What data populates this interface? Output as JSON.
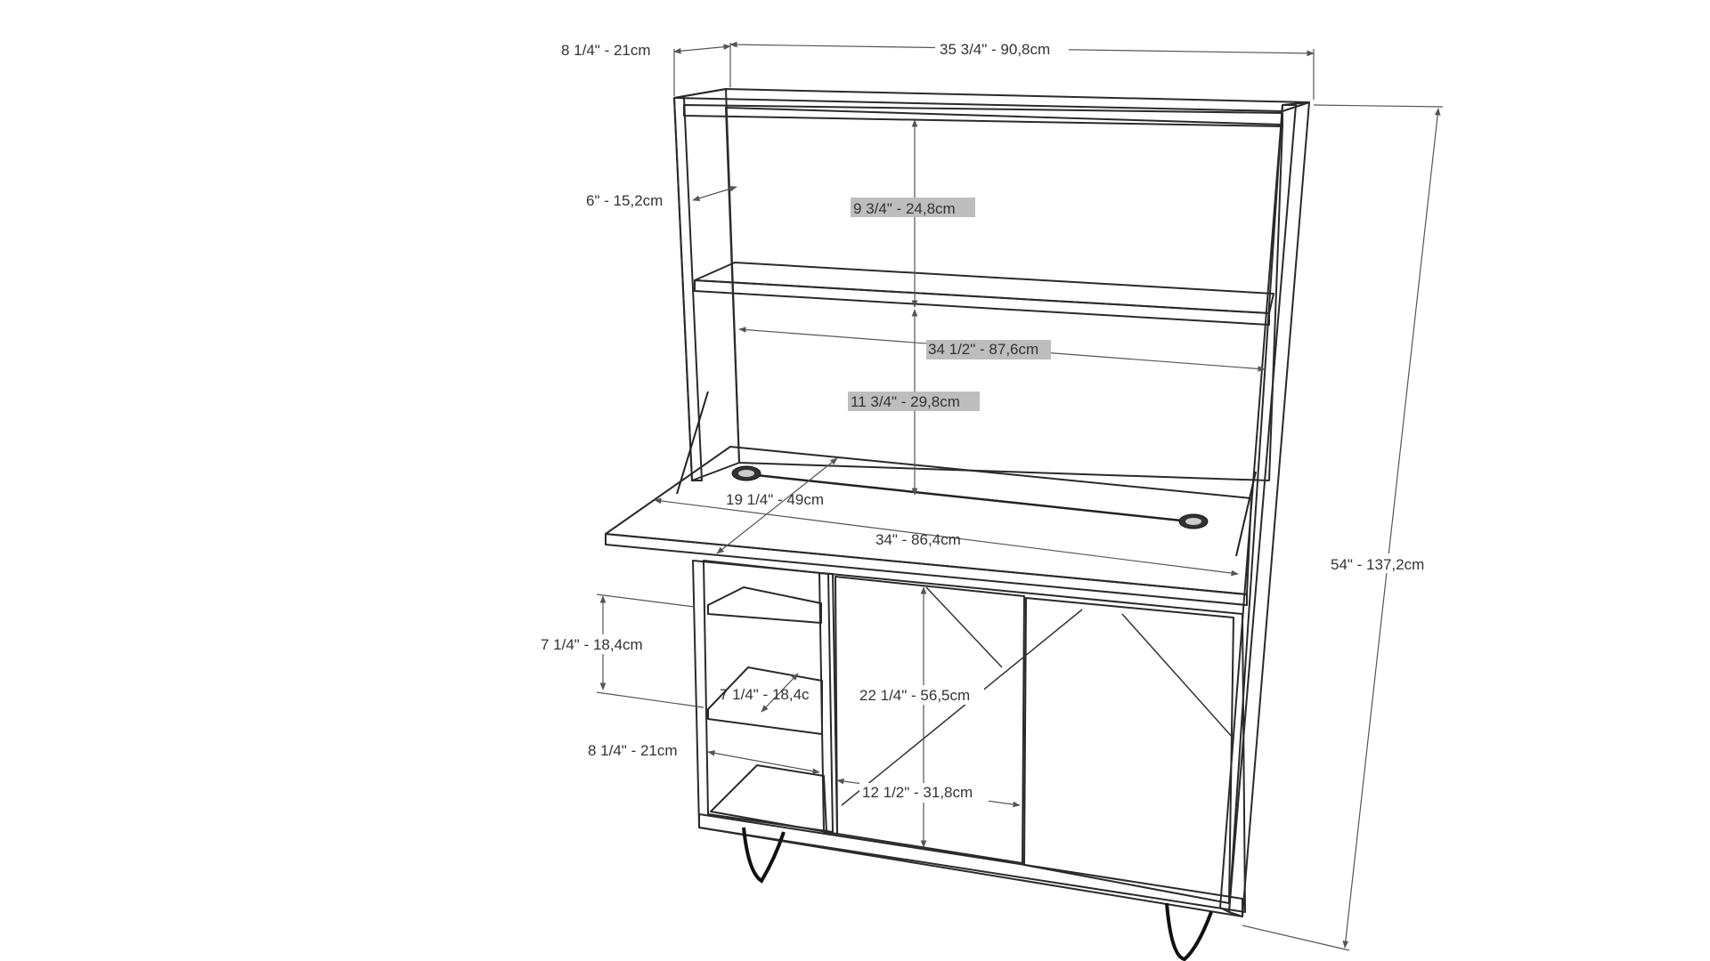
{
  "colors": {
    "panel_face": "#9b9b9b",
    "panel_light": "#bdbdbd",
    "panel_edge": "#cfcfcf",
    "line": "#2a2a2a",
    "dimension": "#555555",
    "background": "#ffffff"
  },
  "dimensions": {
    "overall_depth": "8 1/4\" - 21cm",
    "overall_width": "35 3/4\" - 90,8cm",
    "overall_height": "54\" - 137,2cm",
    "side_depth_top": "6\" - 15,2cm",
    "top_shelf_gap": "9 3/4\" - 24,8cm",
    "inner_width": "34 1/2\" - 87,6cm",
    "mid_shelf_gap": "11 3/4\" - 29,8cm",
    "desk_depth": "19 1/4\" - 49cm",
    "desk_width": "34\" - 86,4cm",
    "left_shelf_gap": "7 1/4\" - 18,4cm",
    "left_shelf_gap_inner": "7 1/4\" - 18,4c",
    "cabinet_height": "22 1/4\" - 56,5cm",
    "left_cubby_depth": "8 1/4\" - 21cm",
    "cabinet_door_width": "12 1/2\" - 31,8cm"
  }
}
